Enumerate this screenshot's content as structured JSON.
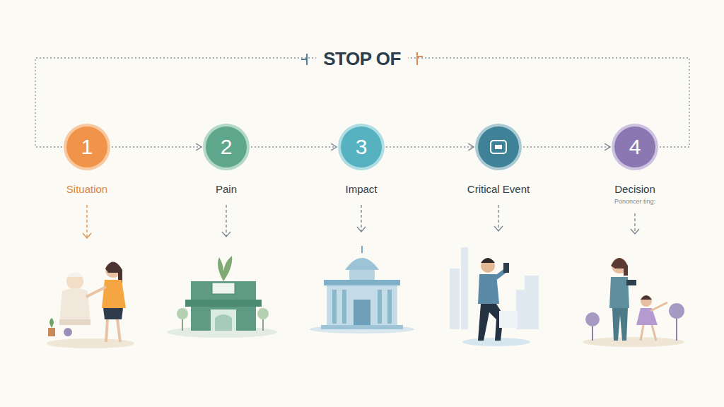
{
  "diagram": {
    "title": "STOP OF",
    "nodes": [
      {
        "text": [
          "1",
          "Situation"
        ]
      },
      {
        "text": [
          "2",
          "Pain"
        ]
      },
      {
        "text": [
          "3",
          "Impact"
        ]
      },
      {
        "text": [
          "Critical Event"
        ]
      },
      {
        "text": [
          "4",
          "Decision",
          "Pononcer ting:"
        ]
      }
    ],
    "edges": [
      {
        "from": 0,
        "to": 1,
        "arrow": "to"
      },
      {
        "from": 1,
        "to": 2,
        "arrow": "to"
      },
      {
        "from": 2,
        "to": 3,
        "arrow": "to"
      },
      {
        "from": 3,
        "to": 4,
        "arrow": "to"
      },
      {
        "from": 4,
        "to": 0,
        "arrow": "none"
      }
    ]
  }
}
